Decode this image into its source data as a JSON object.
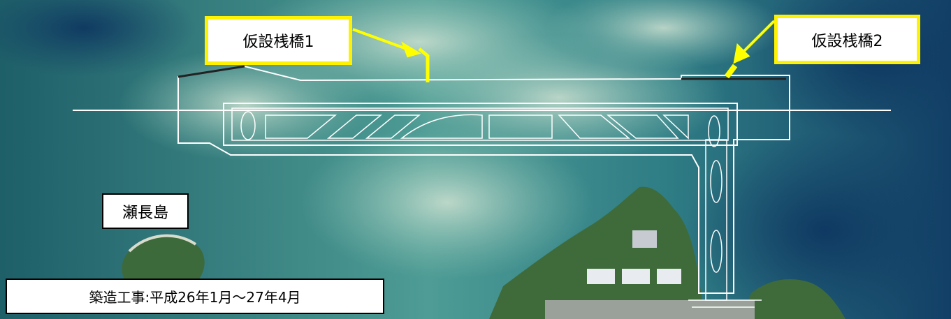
{
  "map": {
    "labels": {
      "temporary_bridge_1": "仮設桟橋1",
      "temporary_bridge_2": "仮設桟橋2",
      "island_name": "瀬長島",
      "construction_period": "築造工事:平成26年1月～27年4月"
    },
    "colors": {
      "callout_border": "#fff200",
      "arrow": "#ffff00",
      "runway_outline": "#ffffff",
      "sea_deep": "#123f66",
      "sea_shallow": "#5fb3a8",
      "reef_sand": "#bcd6c4",
      "land": "#3f6b3a"
    }
  }
}
